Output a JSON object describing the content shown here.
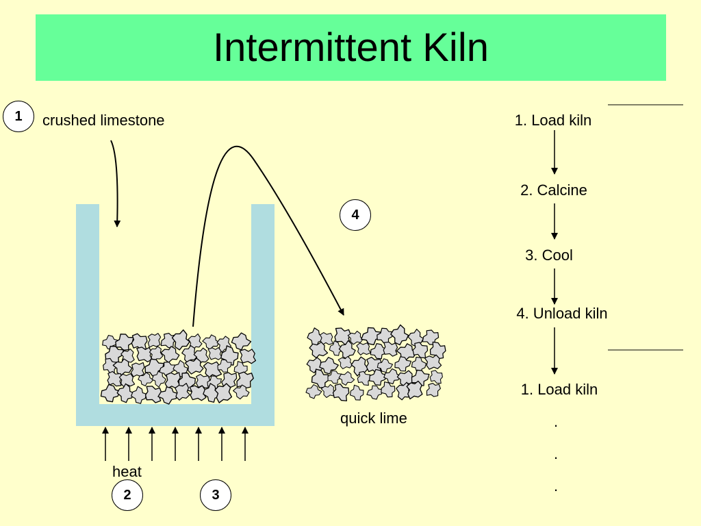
{
  "title": "Intermittent Kiln",
  "labels": {
    "crushed_limestone": "crushed limestone",
    "quick_lime": "quick lime",
    "heat": "heat"
  },
  "badges": [
    "1",
    "2",
    "3",
    "4"
  ],
  "steps": [
    "1. Load kiln",
    "2. Calcine",
    "3. Cool",
    "4. Unload kiln",
    "1. Load kiln"
  ],
  "dots": [
    ".",
    ".",
    "."
  ],
  "colors": {
    "background": "#ffffcc",
    "title_bar": "#66ff99",
    "kiln": "#b0dde0",
    "rock_fill": "#d9d9d9"
  }
}
